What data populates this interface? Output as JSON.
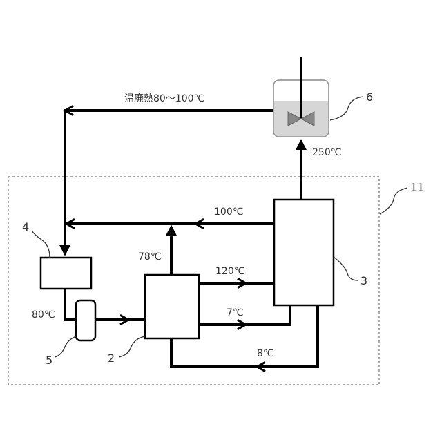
{
  "labels": {
    "waste_heat": "温廃熱80～100℃",
    "t250": "250℃",
    "t100": "100℃",
    "t78": "78℃",
    "t120": "120℃",
    "t80": "80℃",
    "t7": "7℃",
    "t8": "8℃"
  },
  "numbers": {
    "n2": "2",
    "n3": "3",
    "n4": "4",
    "n5": "5",
    "n6": "6",
    "n11": "11"
  }
}
